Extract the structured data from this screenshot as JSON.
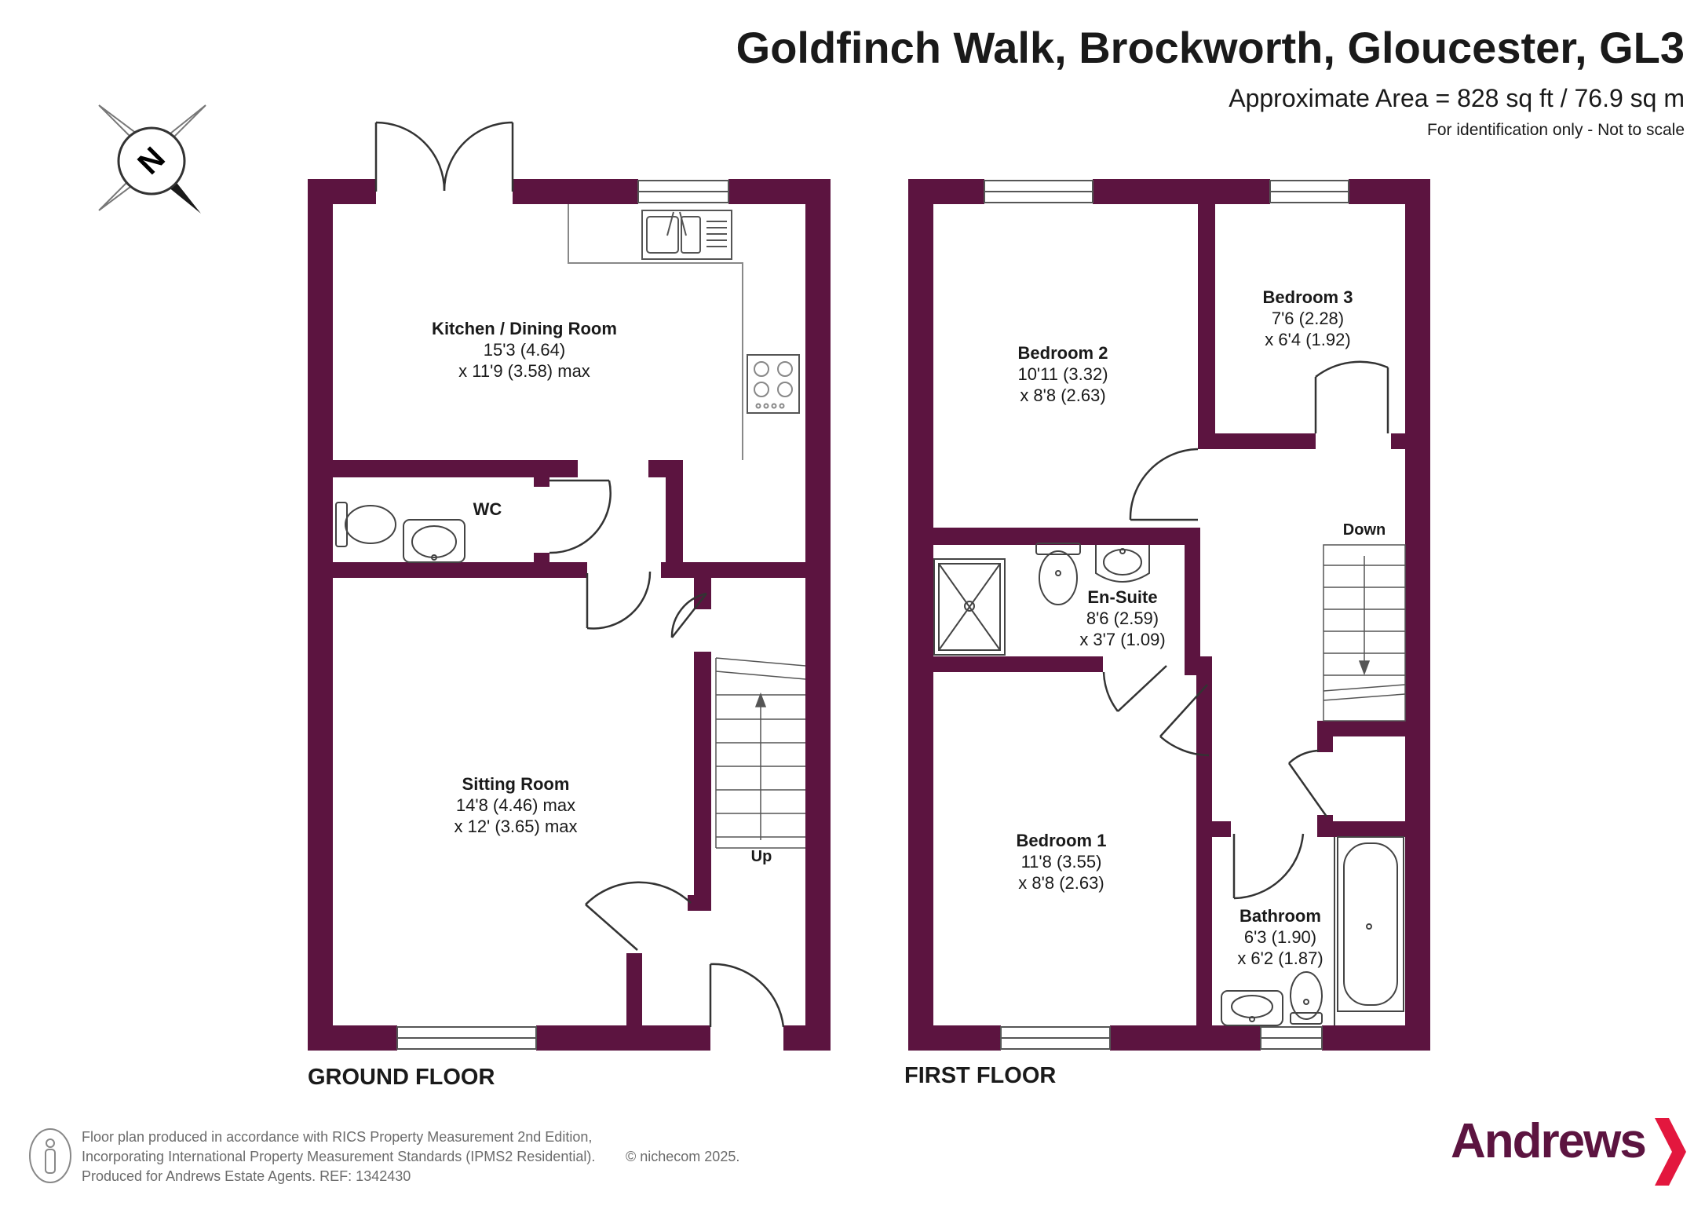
{
  "header": {
    "title": "Goldfinch Walk, Brockworth, Gloucester, GL3",
    "area": "Approximate Area = 828 sq ft / 76.9 sq m",
    "note": "For identification only - Not to scale"
  },
  "compass": {
    "letter": "N"
  },
  "floors": {
    "ground": "GROUND FLOOR",
    "first": "FIRST FLOOR"
  },
  "rooms": {
    "kitchen": {
      "name": "Kitchen / Dining Room",
      "dim1": "15'3 (4.64)",
      "dim2": "x 11'9 (3.58) max"
    },
    "wc": {
      "name": "WC"
    },
    "sitting": {
      "name": "Sitting Room",
      "dim1": "14'8 (4.46) max",
      "dim2": "x 12' (3.65) max"
    },
    "bedroom2": {
      "name": "Bedroom 2",
      "dim1": "10'11 (3.32)",
      "dim2": "x 8'8 (2.63)"
    },
    "bedroom3": {
      "name": "Bedroom 3",
      "dim1": "7'6 (2.28)",
      "dim2": "x 6'4 (1.92)"
    },
    "ensuite": {
      "name": "En-Suite",
      "dim1": "8'6 (2.59)",
      "dim2": "x 3'7 (1.09)"
    },
    "bedroom1": {
      "name": "Bedroom 1",
      "dim1": "11'8 (3.55)",
      "dim2": "x 8'8 (2.63)"
    },
    "bathroom": {
      "name": "Bathroom",
      "dim1": "6'3 (1.90)",
      "dim2": "x 6'2 (1.87)"
    }
  },
  "stairs": {
    "up": "Up",
    "down": "Down"
  },
  "footer": {
    "line1": "Floor plan produced in accordance with RICS Property Measurement 2nd Edition,",
    "line2": "Incorporating International Property Measurement Standards (IPMS2 Residential).",
    "line3": "Produced for Andrews Estate Agents.   REF: 1342430",
    "copyright": "© nichecom 2025."
  },
  "brand": {
    "name": "Andrews",
    "color": "#5c1440"
  },
  "colors": {
    "wall": "#5c1440"
  }
}
